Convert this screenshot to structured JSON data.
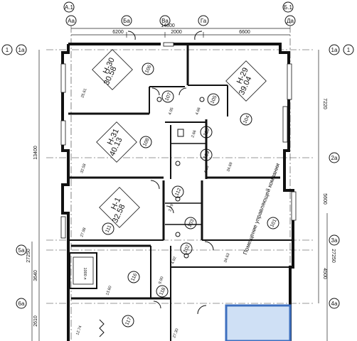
{
  "axes_top": {
    "letters": [
      "А.1",
      "Аа",
      "Ба",
      "Ва",
      "Га",
      "Б.1",
      "Да"
    ],
    "dims_total": "14800",
    "dims": [
      "6200",
      "2000",
      "6600"
    ]
  },
  "axes_left": {
    "labels": [
      "1",
      "1а",
      "2а",
      "3а",
      "4а",
      "5а",
      "6а"
    ]
  },
  "left_dims": [
    "13400",
    "27250",
    "3640",
    "2610"
  ],
  "right_dims": [
    "7220",
    "5600",
    "27250",
    "4500"
  ],
  "apartments": [
    {
      "code": "Н-30",
      "area": "30.58",
      "room": "106"
    },
    {
      "code": "Н-29",
      "area": "39.04",
      "room": "104"
    },
    {
      "code": "Н-31",
      "area": "40.13",
      "room": "108"
    },
    {
      "code": "Н-1",
      "area": "32.58",
      "room": "111"
    }
  ],
  "rooms": [
    "107",
    "105",
    "110",
    "109",
    "112",
    "103",
    "102",
    "116",
    "118",
    "117"
  ],
  "office": {
    "title": "Помещение управляющей компании",
    "room": "101"
  },
  "small_labels": [
    "25.61",
    "4.95",
    "4.66",
    "2.66",
    "4.66",
    "34.69",
    "32.58",
    "27.98",
    "2.79",
    "4.92",
    "34.63",
    "13.60",
    "9.90",
    "27.30",
    "12.74",
    "1000 л"
  ]
}
